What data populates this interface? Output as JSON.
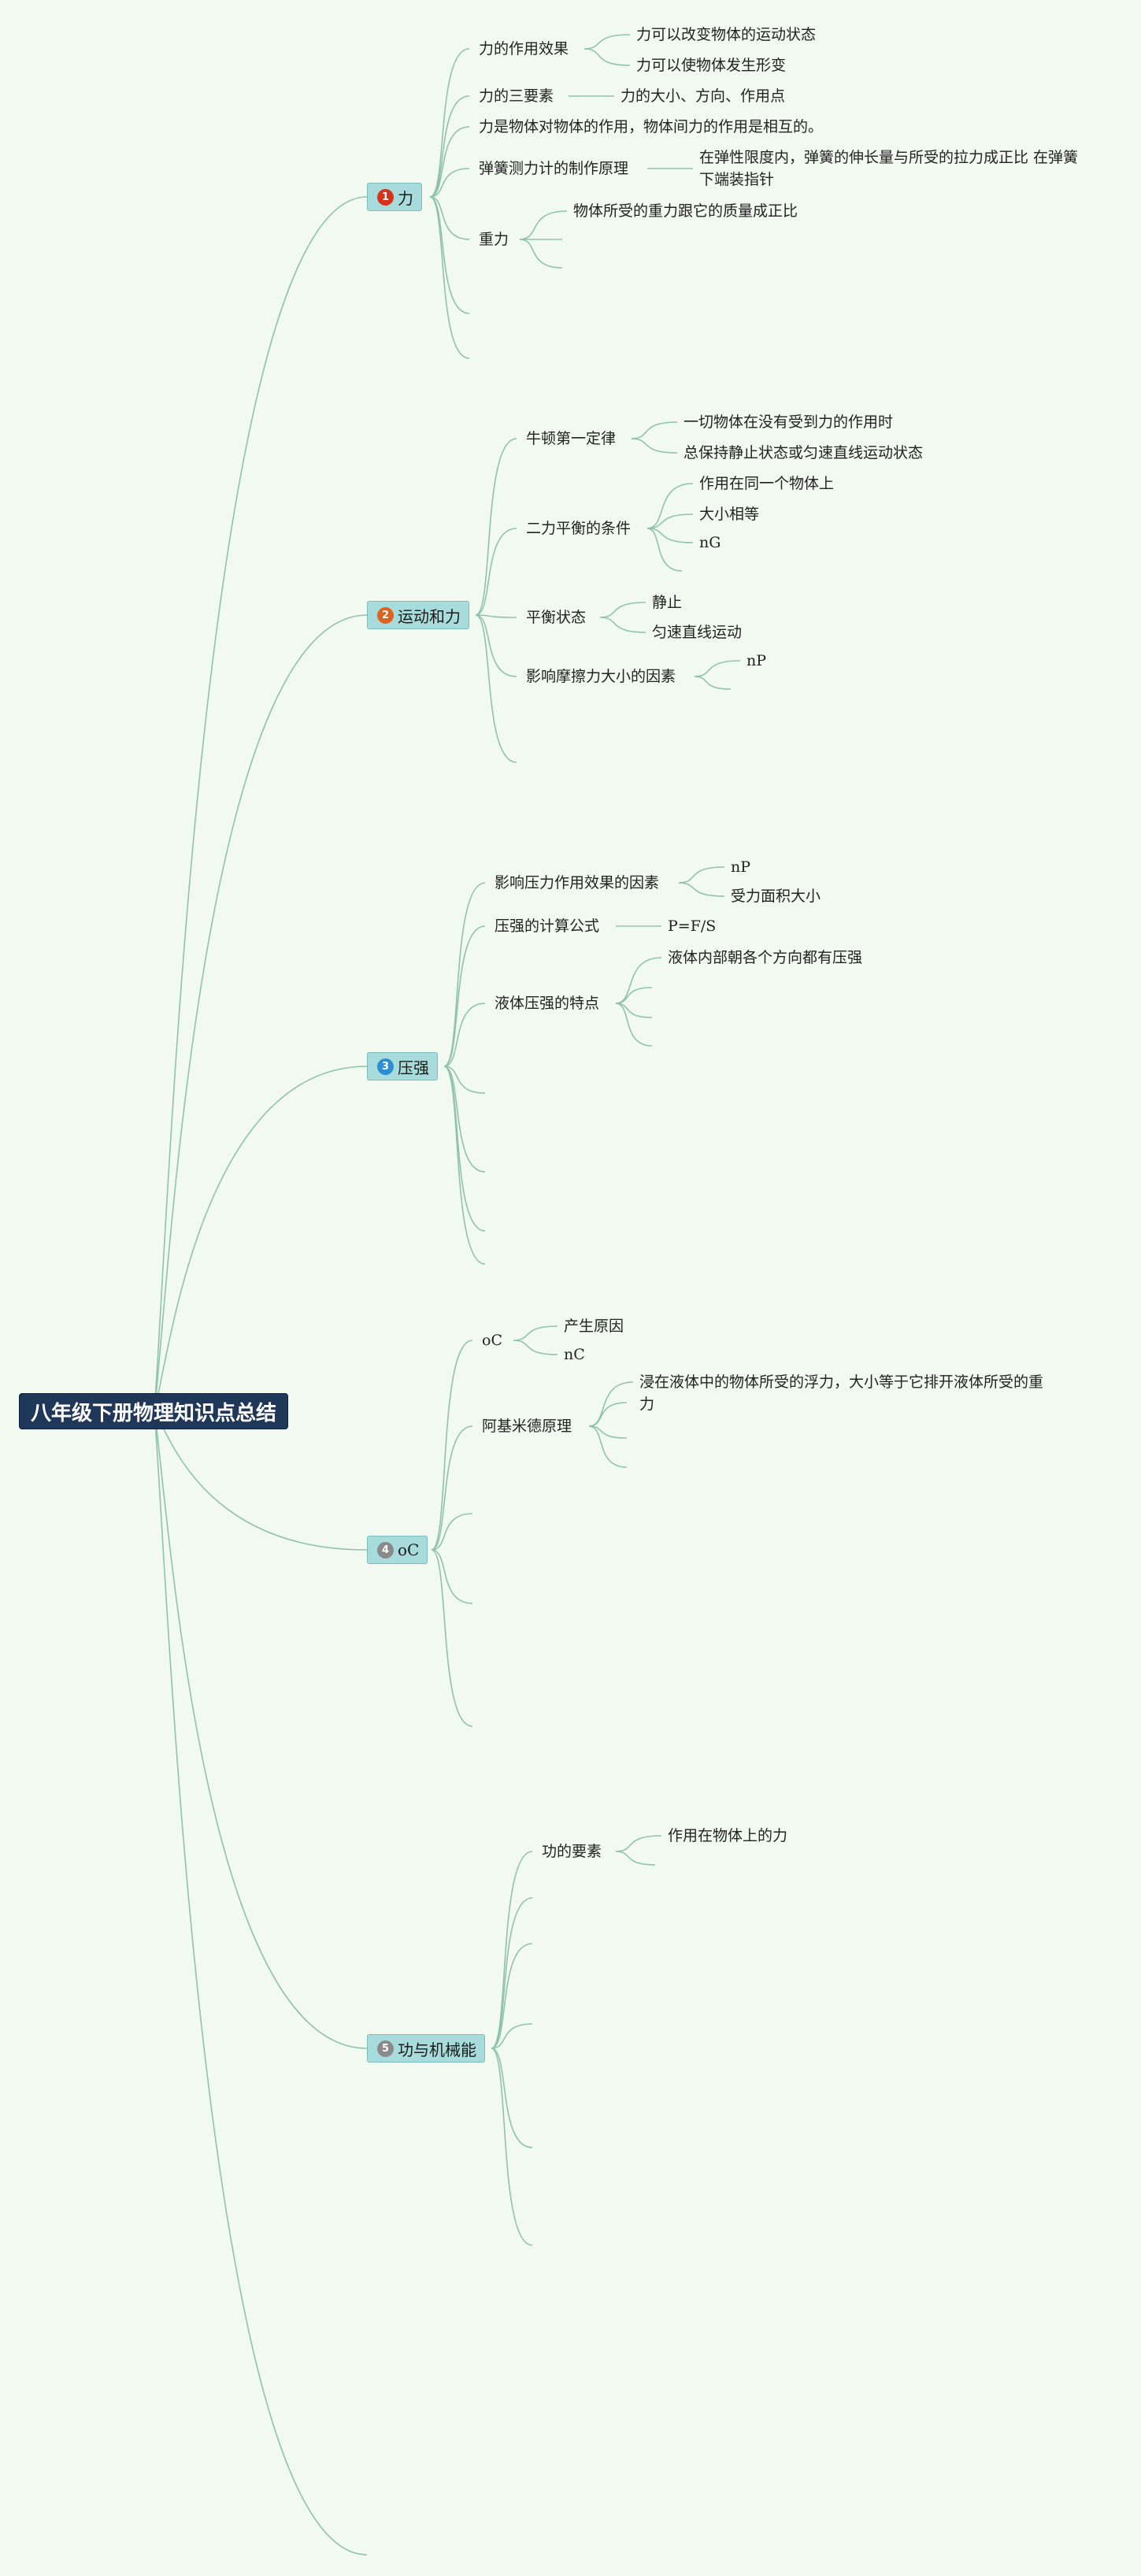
{
  "root": {
    "title": "八年级下册物理知识点总结"
  },
  "topics": [
    {
      "label": "力",
      "badge": "1",
      "badge_color": "#d9321a",
      "children": [
        {
          "label": "力的作用效果",
          "children": [
            "力可以改变物体的运动状态",
            "力可以使物体发生形变"
          ]
        },
        {
          "label": "力的三要素",
          "children": [
            "力的大小、方向、作用点"
          ]
        },
        {
          "label": "力是物体对物体的作用，物体间力的作用是相互的。"
        },
        {
          "label": "弹簧测力计的制作原理",
          "children": [
            "在弹性限度内，弹簧的伸长量与所受的拉力成正比 在弹簧下端装指针"
          ]
        },
        {
          "label": "重力",
          "children": [
            "物体所受的重力跟它的质量成正比"
          ]
        }
      ]
    },
    {
      "label": "运动和力",
      "badge": "2",
      "badge_color": "#e0621e",
      "children": [
        {
          "label": "牛顿第一定律",
          "children": [
            "一切物体在没有受到力的作用时",
            "总保持静止状态或匀速直线运动状态"
          ]
        },
        {
          "label": "二力平衡的条件",
          "children": [
            "作用在同一个物体上",
            "大小相等",
            "nG"
          ]
        },
        {
          "label": "平衡状态",
          "children": [
            "静止",
            "匀速直线运动"
          ]
        },
        {
          "label": "影响摩擦力大小的因素",
          "children": [
            "nP"
          ]
        }
      ]
    },
    {
      "label": "压强",
      "badge": "3",
      "badge_color": "#2b8fd6",
      "children": [
        {
          "label": "影响压力作用效果的因素",
          "children": [
            "nP",
            "受力面积大小"
          ]
        },
        {
          "label": "压强的计算公式",
          "children": [
            "P=F/S"
          ]
        },
        {
          "label": "液体压强的特点",
          "children": [
            "液体内部朝各个方向都有压强"
          ]
        }
      ]
    },
    {
      "label": "oC",
      "badge": "4",
      "badge_color": "#8a8a8a",
      "children": [
        {
          "label": "oC",
          "children": [
            "产生原因",
            "nC"
          ]
        },
        {
          "label": "阿基米德原理",
          "children": [
            "浸在液体中的物体所受的浮力，大小等于它排开液体所受的重力"
          ]
        }
      ]
    },
    {
      "label": "功与机械能",
      "badge": "5",
      "badge_color": "#8a8a8a",
      "children": [
        {
          "label": "功的要素",
          "children": [
            "作用在物体上的力"
          ]
        }
      ]
    }
  ],
  "colors": {
    "background": "#f2f9f0",
    "root_fill": "#1f3759",
    "topic_fill": "#a8dcdc",
    "link": "#8fc2ad"
  }
}
